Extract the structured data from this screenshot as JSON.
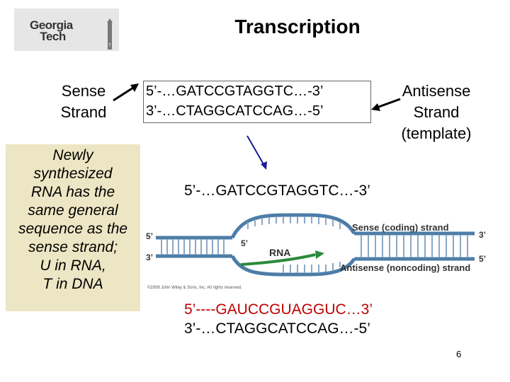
{
  "logo": {
    "line1": "Georgia",
    "line2": "Tech"
  },
  "title": "Transcription",
  "sense_label": {
    "line1": "Sense",
    "line2": "Strand"
  },
  "sequences_top": {
    "line1": "5’-…GATCCGTAGGTC…-3’",
    "line2": "3’-…CTAGGCATCCAG…-5’"
  },
  "antisense_label": {
    "line1": "Antisense",
    "line2": "Strand",
    "line3": "(template)"
  },
  "note": {
    "lines": [
      "Newly",
      "synthesized",
      "RNA has the",
      "same general",
      "sequence as the",
      "sense strand;",
      "U in RNA,",
      "T in DNA"
    ],
    "background": "#ede6c4"
  },
  "rna_sequence": "5’-…GATCCGTAGGTC…-3’",
  "diagram": {
    "sense_strand_label": "Sense (coding) strand",
    "antisense_strand_label": "Antisense (noncoding) strand",
    "rna_label": "RNA",
    "rna_five_prime": "5’",
    "left_top_end": "5’",
    "left_bottom_end": "3’",
    "right_top_end": "3’",
    "right_bottom_end": "5’",
    "copyright": "©2008 John Wiley & Sons, Inc. All rights reserved.",
    "colors": {
      "strand": "#4d7da8",
      "rna": "#2a8a3a"
    }
  },
  "bottom_sequences": {
    "line1": "5’----GAUCCGUAGGUC…3’",
    "line2": "3’-…CTAGGCATCCAG…-5’"
  },
  "page_number": "6",
  "colors": {
    "arrow_black": "#000000",
    "arrow_blue": "#1a1a99"
  }
}
